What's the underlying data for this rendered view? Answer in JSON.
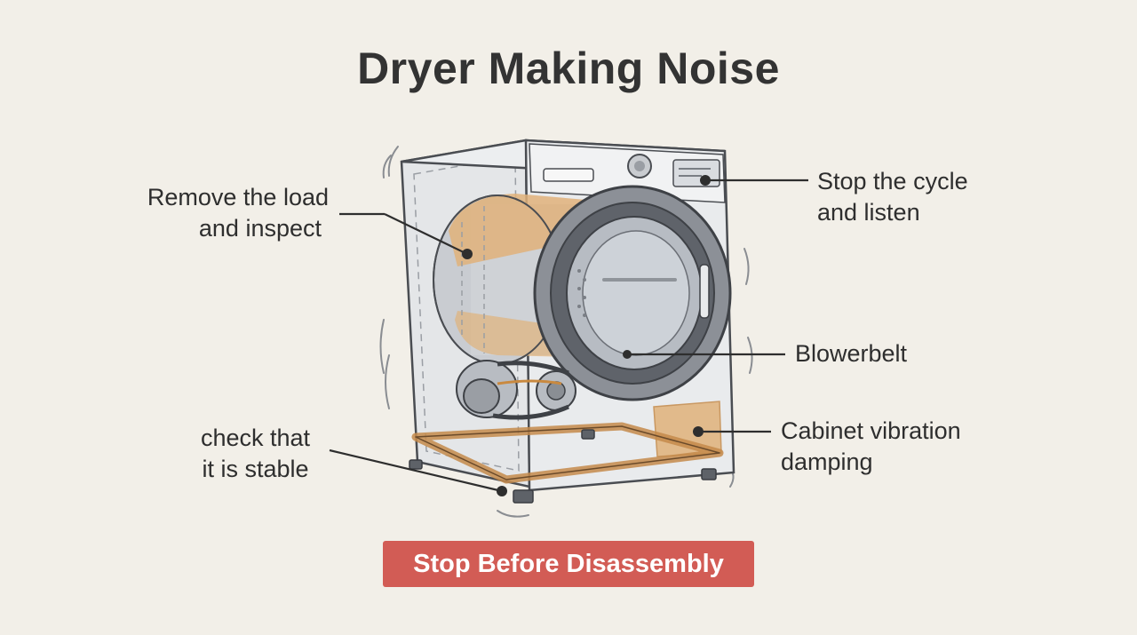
{
  "title": "Dryer Making Noise",
  "callouts": {
    "remove_load": {
      "line1": "Remove the load",
      "line2": "and inspect"
    },
    "stop_cycle": {
      "line1": "Stop the cycle",
      "line2": "and listen"
    },
    "blower_belt": {
      "line1": "Blowerbelt"
    },
    "cabinet_vibration": {
      "line1": "Cabinet vibration",
      "line2": "damping"
    },
    "check_stable": {
      "line1": "check that",
      "line2": "it is stable"
    }
  },
  "warning_banner": "Stop Before Disassembly",
  "colors": {
    "background": "#f2efe8",
    "accent_orange": "#e0b27a",
    "warning_red": "#d25c55",
    "outline": "#4a4d52"
  }
}
